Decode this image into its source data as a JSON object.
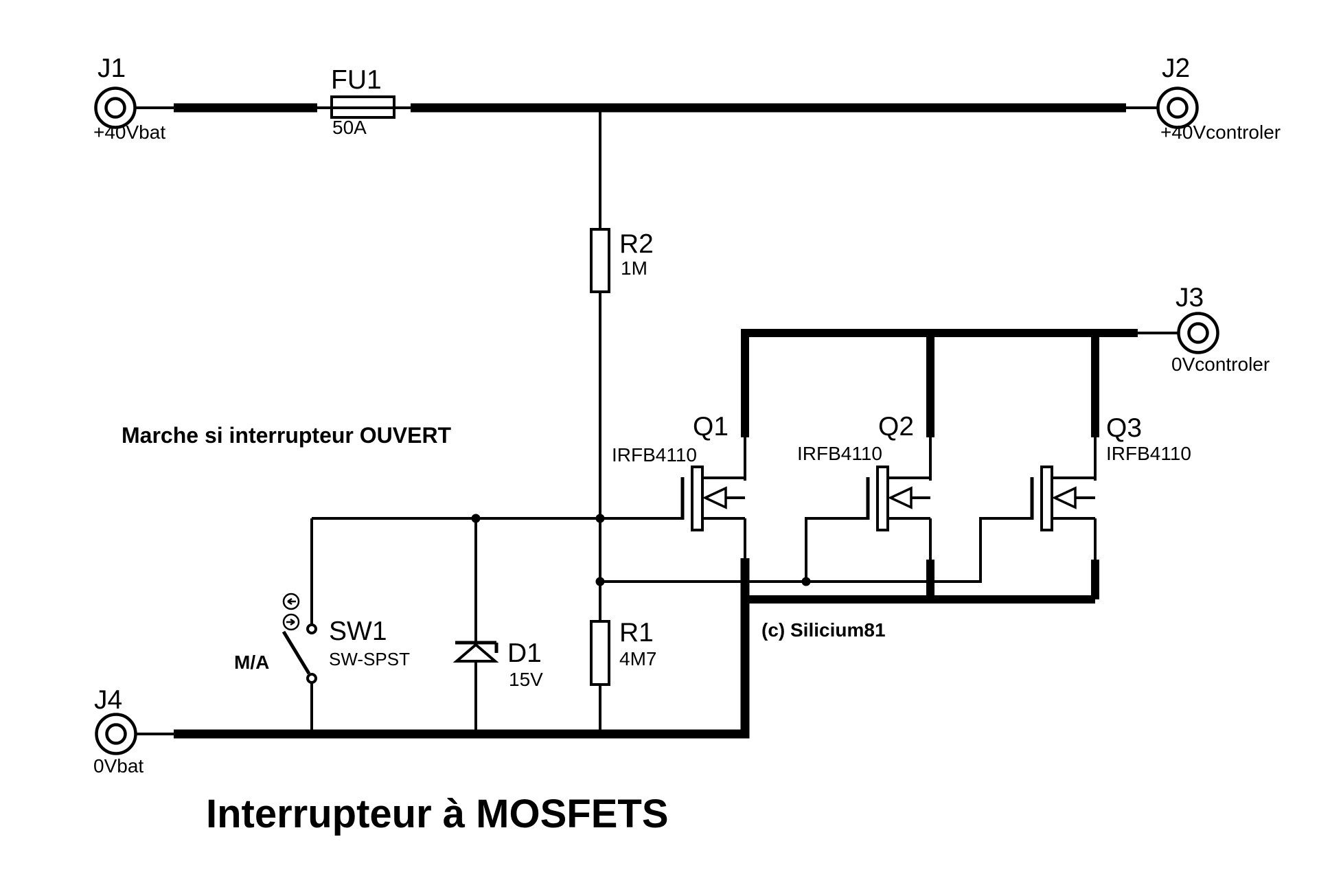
{
  "title": "Interrupteur à MOSFETS",
  "annotations": {
    "note": "Marche si interrupteur OUVERT",
    "copyright": "(c) Silicium81",
    "switch_action": "M/A"
  },
  "connectors": {
    "j1": {
      "ref": "J1",
      "net": "+40Vbat"
    },
    "j2": {
      "ref": "J2",
      "net": "+40Vcontroler"
    },
    "j3": {
      "ref": "J3",
      "net": "0Vcontroler"
    },
    "j4": {
      "ref": "J4",
      "net": "0Vbat"
    }
  },
  "components": {
    "fu1": {
      "ref": "FU1",
      "value": "50A"
    },
    "r2": {
      "ref": "R2",
      "value": "1M"
    },
    "r1": {
      "ref": "R1",
      "value": "4M7"
    },
    "d1": {
      "ref": "D1",
      "value": "15V"
    },
    "sw1": {
      "ref": "SW1",
      "value": "SW-SPST"
    },
    "q1": {
      "ref": "Q1",
      "value": "IRFB4110"
    },
    "q2": {
      "ref": "Q2",
      "value": "IRFB4110"
    },
    "q3": {
      "ref": "Q3",
      "value": "IRFB4110"
    }
  },
  "colors": {
    "ink": "#000000",
    "paper": "#ffffff"
  }
}
